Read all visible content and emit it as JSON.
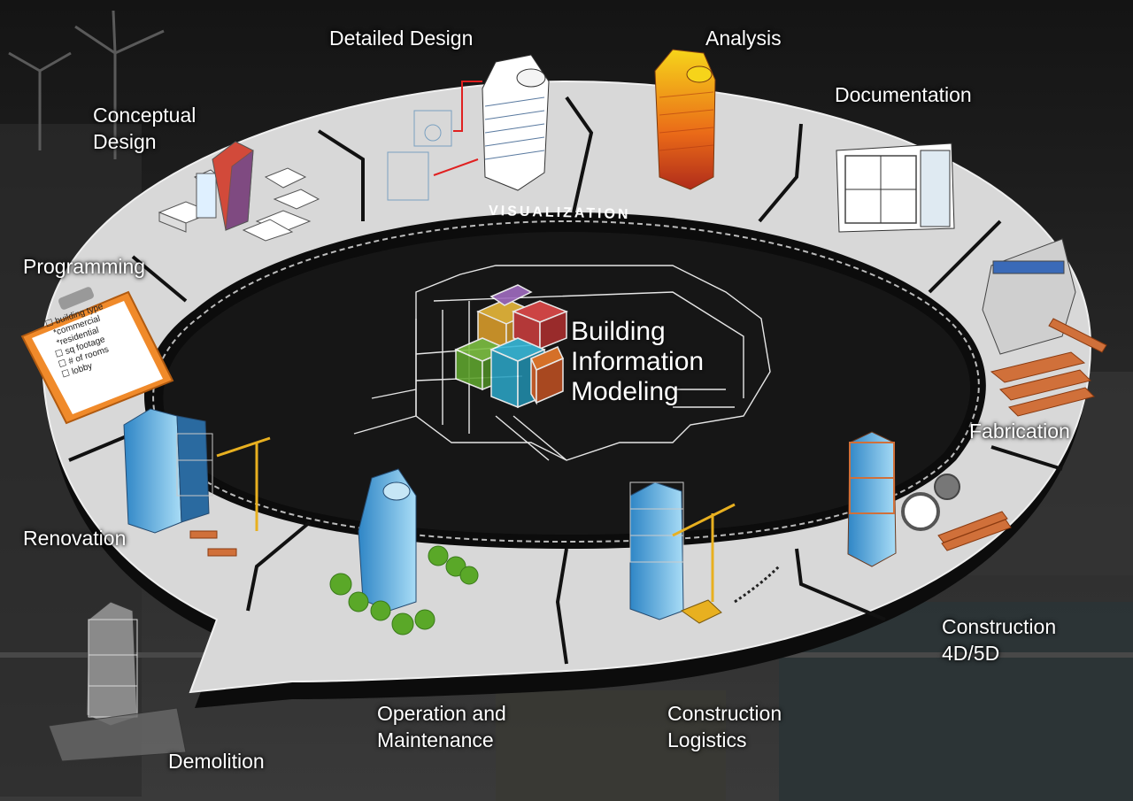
{
  "diagram": {
    "center_title": [
      "Building",
      "Information",
      "Modeling"
    ],
    "ring_label": "VISUALIZATION",
    "stages": {
      "conceptual_design": [
        "Conceptual",
        "Design"
      ],
      "detailed_design": [
        "Detailed Design"
      ],
      "analysis": [
        "Analysis"
      ],
      "documentation": [
        "Documentation"
      ],
      "programming": [
        "Programming"
      ],
      "fabrication": [
        "Fabrication"
      ],
      "renovation": [
        "Renovation"
      ],
      "construction_4d5d": [
        "Construction",
        "4D/5D"
      ],
      "demolition": [
        "Demolition"
      ],
      "operation_maintenance": [
        "Operation and",
        "Maintenance"
      ],
      "construction_logistics": [
        "Construction",
        "Logistics"
      ]
    },
    "clipboard_items": [
      "building type",
      "*commercial",
      "*residential",
      "sq footage",
      "# of rooms",
      "lobby"
    ],
    "colors": {
      "ring_surface": "#d8d8d8",
      "ring_edge": "#0c0c0c",
      "background": "#1a1a1a",
      "glass_blue": "#5fb4e6",
      "crane_yellow": "#e8b020",
      "analysis_orange": "#e8601a",
      "copper": "#d0703a"
    }
  }
}
